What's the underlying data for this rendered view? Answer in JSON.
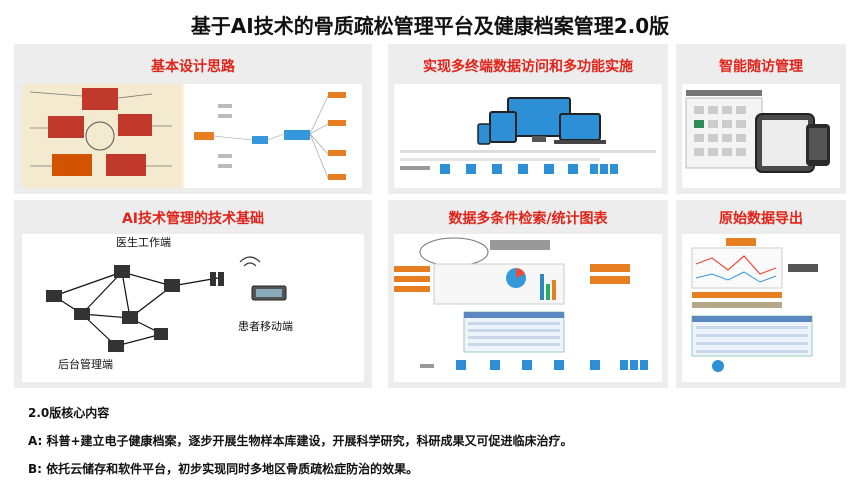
{
  "title": "基于AI技术的骨质疏松管理平台及健康档案管理2.0版",
  "panels": {
    "design": {
      "heading": "基本设计思路"
    },
    "multi_terminal": {
      "heading": "实现多终端数据访问和多功能实施"
    },
    "followup": {
      "heading": "智能随访管理"
    },
    "ai_base": {
      "heading": "AI技术管理的技术基础"
    },
    "search": {
      "heading": "数据多条件检索/统计图表"
    },
    "export": {
      "heading": "原始数据导出"
    }
  },
  "network": {
    "doctor_label": "医生工作端",
    "admin_label": "后台管理端",
    "patient_label": "患者移动端"
  },
  "core": {
    "heading": "2.0版核心内容",
    "line_a": "A: 科普+建立电子健康档案，逐步开展生物样本库建设，开展科学研究，科研成果又可促进临床治疗。",
    "line_b": "B: 依托云储存和软件平台，初步实现同时多地区骨质疏松症防治的效果。"
  },
  "colors": {
    "accent": "#e2231a",
    "panel": "#ededed",
    "blue": "#1d6fb8"
  }
}
